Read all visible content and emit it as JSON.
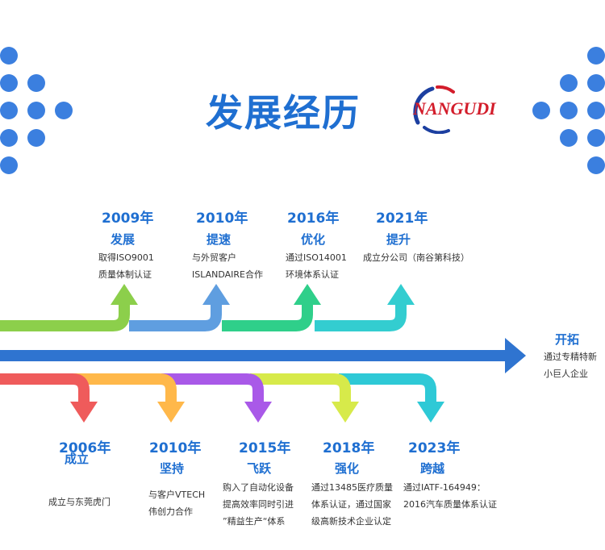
{
  "header": {
    "title": "发展经历",
    "logo_text": "NANGUDI"
  },
  "colors": {
    "accent": "#1f6fd1",
    "dots": "#3b7fdf",
    "logo_red": "#d31d2b"
  },
  "top_events": [
    {
      "year": "2009年",
      "title": "发展",
      "lines": [
        "取得ISO9001",
        "质量体制认证"
      ],
      "color": "#8ccf4b"
    },
    {
      "year": "2010年",
      "title": "提速",
      "lines": [
        "与外贸客户",
        "ISLANDAIRE合作"
      ],
      "color": "#5f9ee0"
    },
    {
      "year": "2016年",
      "title": "优化",
      "lines": [
        "通过ISO14001",
        "环境体系认证"
      ],
      "color": "#2fcf8a"
    },
    {
      "year": "2021年",
      "title": "提升",
      "lines": [
        "成立分公司（南谷第科技）"
      ],
      "color": "#33cdd0"
    }
  ],
  "bottom_events": [
    {
      "year": "2006年",
      "title": "成立",
      "lines": [
        "成立与东莞虎门"
      ],
      "color": "#ef5b5b"
    },
    {
      "year": "2010年",
      "title": "坚持",
      "lines": [
        "与客户VTECH",
        "伟创力合作"
      ],
      "color": "#ffb84a"
    },
    {
      "year": "2015年",
      "title": "飞跃",
      "lines": [
        "购入了自动化设备",
        "提高效率同时引进",
        "”精益生产“体系"
      ],
      "color": "#a959e8"
    },
    {
      "year": "2018年",
      "title": "强化",
      "lines": [
        "通过13485医疗质量",
        "体系认证，通过国家",
        "级高新技术企业认定"
      ],
      "color": "#d7ea4a"
    },
    {
      "year": "2023年",
      "title": "跨越",
      "lines": [
        "通过IATF-164949：",
        "2016汽车质量体系认证"
      ],
      "color": "#2ec9d6"
    }
  ],
  "main_arrow": {
    "title": "开拓",
    "lines": [
      "通过专精特新",
      "小巨人企业"
    ],
    "color": "#2f74d0"
  }
}
